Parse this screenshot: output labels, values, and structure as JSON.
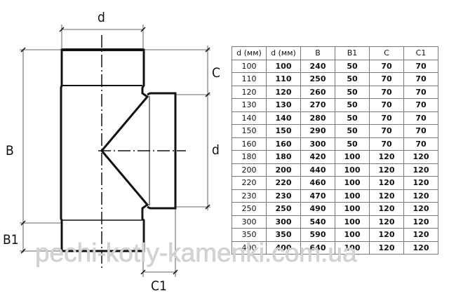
{
  "drawing": {
    "labels": {
      "d_top": "d",
      "C": "C",
      "d_side": "d",
      "B": "B",
      "B1": "B1",
      "C1": "C1"
    }
  },
  "table": {
    "headers": [
      "d (мм)",
      "d (мм)",
      "B",
      "B1",
      "C",
      "C1"
    ],
    "rows": [
      [
        "100",
        "100",
        "240",
        "50",
        "70",
        "70"
      ],
      [
        "110",
        "110",
        "250",
        "50",
        "70",
        "70"
      ],
      [
        "120",
        "120",
        "260",
        "50",
        "70",
        "70"
      ],
      [
        "130",
        "130",
        "270",
        "50",
        "70",
        "70"
      ],
      [
        "140",
        "140",
        "280",
        "50",
        "70",
        "70"
      ],
      [
        "150",
        "150",
        "290",
        "50",
        "70",
        "70"
      ],
      [
        "160",
        "160",
        "300",
        "50",
        "70",
        "70"
      ],
      [
        "180",
        "180",
        "420",
        "100",
        "120",
        "120"
      ],
      [
        "200",
        "200",
        "440",
        "100",
        "120",
        "120"
      ],
      [
        "220",
        "220",
        "460",
        "100",
        "120",
        "120"
      ],
      [
        "230",
        "230",
        "470",
        "100",
        "120",
        "120"
      ],
      [
        "250",
        "250",
        "490",
        "100",
        "120",
        "120"
      ],
      [
        "300",
        "300",
        "540",
        "100",
        "120",
        "120"
      ],
      [
        "350",
        "350",
        "590",
        "100",
        "120",
        "120"
      ],
      [
        "400",
        "400",
        "640",
        "100",
        "120",
        "120"
      ]
    ]
  },
  "watermark": "pechi-kotly-kamenki.com.ua"
}
